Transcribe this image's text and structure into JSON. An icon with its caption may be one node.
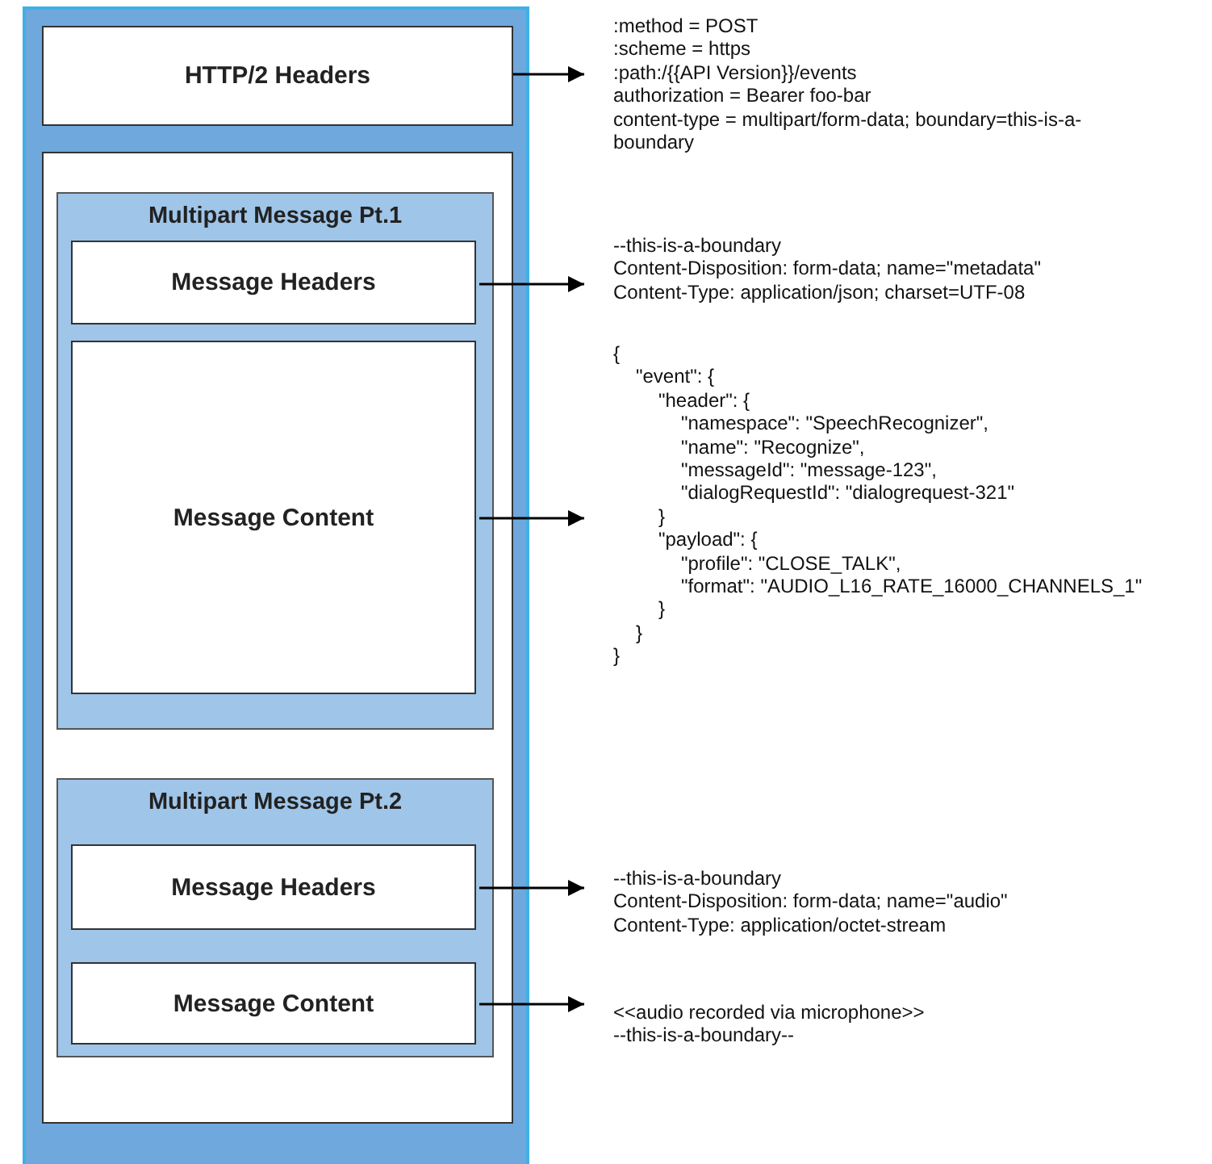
{
  "diagram": {
    "nodes": [
      {
        "text": [],
        "shape": "box"
      },
      {
        "text": [
          "HTTP/2 Headers"
        ],
        "in": 0
      },
      {
        "text": [],
        "shape": "box",
        "in": 0
      },
      {
        "text": [
          "Multipart Message Pt.1"
        ],
        "in": 2
      },
      {
        "text": [
          "Message Headers"
        ],
        "in": 3
      },
      {
        "text": [
          "Message Content"
        ],
        "in": 3
      },
      {
        "text": [
          "Multipart Message Pt.2"
        ],
        "in": 2
      },
      {
        "text": [
          "Message Headers"
        ],
        "in": 6
      },
      {
        "text": [
          "Message Content"
        ],
        "in": 6
      },
      {
        "text": [
          ":method = POST",
          ":scheme = https",
          ":path:/{{API Version}}/events",
          "authorization = Bearer foo-bar",
          "content-type = multipart/form-data; boundary=this-is-a-boundary"
        ]
      },
      {
        "text": [
          "--this-is-a-boundary",
          "Content-Disposition: form-data; name=\"metadata\"",
          "Content-Type: application/json; charset=UTF-08"
        ]
      },
      {
        "text": [
          "{",
          "\"event\": {",
          "\"header\": {",
          "\"namespace\": \"SpeechRecognizer\",",
          "\"name\": \"Recognize\",",
          "\"messageId\": \"message-123\",",
          "\"dialogRequestId\": \"dialogrequest-321\"",
          "}",
          "\"payload\": {",
          "\"profile\": \"CLOSE_TALK\",",
          "\"format\": \"AUDIO_L16_RATE_16000_CHANNELS_1\"",
          "}",
          "}",
          "}"
        ]
      },
      {
        "text": [
          "--this-is-a-boundary",
          "Content-Disposition: form-data; name=\"audio\"",
          "Content-Type: application/octet-stream"
        ]
      },
      {
        "text": [
          "<<audio recorded via microphone>>",
          "--this-is-a-boundary--"
        ]
      }
    ],
    "edges": [
      {
        "from": 1,
        "to": 9,
        "arrow": "to"
      },
      {
        "from": 4,
        "to": 10,
        "arrow": "to"
      },
      {
        "from": 5,
        "to": 11,
        "arrow": "to"
      },
      {
        "from": 7,
        "to": 12,
        "arrow": "to"
      },
      {
        "from": 8,
        "to": 13,
        "arrow": "to"
      }
    ]
  }
}
